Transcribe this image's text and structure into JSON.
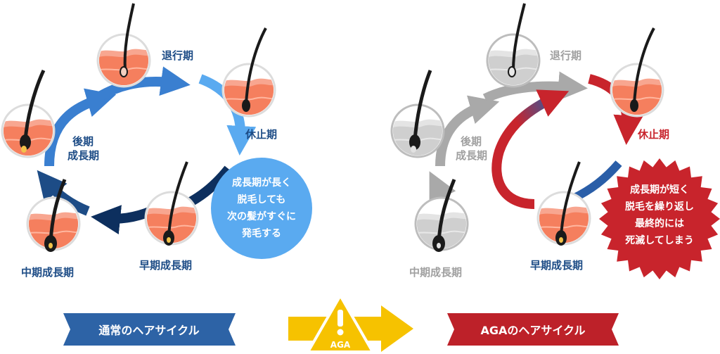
{
  "normal_cycle": {
    "stages": {
      "taikou": "退行期",
      "kyushi": "休止期",
      "souki": "早期成長期",
      "chuuki": "中期成長期",
      "kouki_line1": "後期",
      "kouki_line2": "成長期"
    },
    "bubble_lines": [
      "成長期が長く",
      "脱毛しても",
      "次の髪がすぐに",
      "発毛する"
    ],
    "banner": "通常のヘアサイクル"
  },
  "aga_cycle": {
    "stages": {
      "taikou": "退行期",
      "kyushi": "休止期",
      "souki": "早期成長期",
      "chuuki": "中期成長期",
      "kouki_line1": "後期",
      "kouki_line2": "成長期"
    },
    "starburst_lines": [
      "成長期が短く",
      "脱毛を繰り返し",
      "最終的には",
      "死滅してしまう"
    ],
    "banner": "AGAのヘアサイクル"
  },
  "transition": {
    "warning_label": "AGA"
  },
  "colors": {
    "blue_dark": "#1d4c86",
    "blue_light": "#5aaaf0",
    "navy": "#0d2f5e",
    "red": "#c8242c",
    "gray": "#a9a9a9",
    "yellow": "#f6c200",
    "skin": "#f57f5e"
  }
}
